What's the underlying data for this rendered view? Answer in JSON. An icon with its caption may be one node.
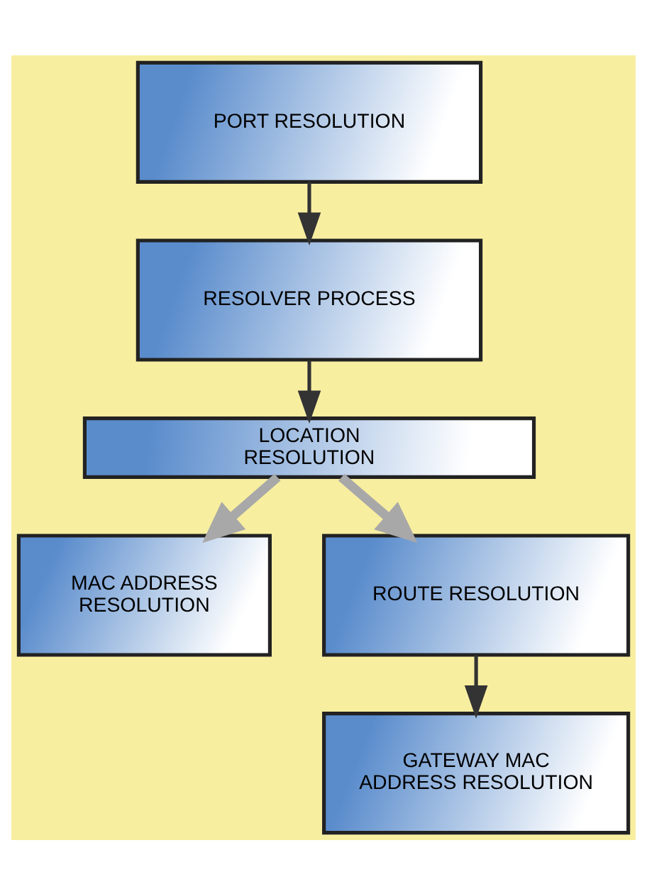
{
  "diagram": {
    "nodes": [
      {
        "text": [
          "PORT RESOLUTION"
        ]
      },
      {
        "text": [
          "RESOLVER PROCESS"
        ]
      },
      {
        "text": [
          "LOCATION RESOLUTION"
        ]
      },
      {
        "text": [
          "MAC ADDRESS RESOLUTION"
        ]
      },
      {
        "text": [
          "ROUTE RESOLUTION"
        ]
      },
      {
        "text": [
          "GATEWAY MAC ADDRESS RESOLUTION"
        ]
      }
    ],
    "edges": [
      {
        "from": 0,
        "to": 1,
        "arrow": "to"
      },
      {
        "from": 1,
        "to": 2,
        "arrow": "to"
      },
      {
        "from": 2,
        "to": 3,
        "arrow": "to",
        "style": "thick",
        "color": "#a8a8a8"
      },
      {
        "from": 2,
        "to": 4,
        "arrow": "to",
        "style": "thick",
        "color": "#a8a8a8"
      },
      {
        "from": 4,
        "to": 5,
        "arrow": "to"
      }
    ]
  }
}
